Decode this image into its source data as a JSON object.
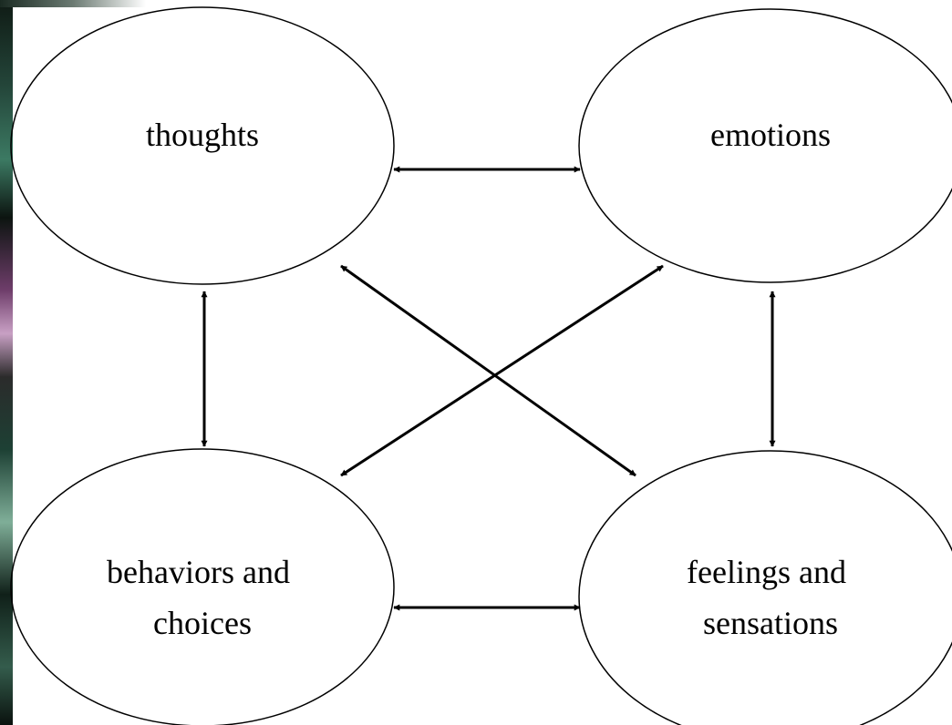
{
  "nodes": {
    "thoughts": {
      "lines": [
        "thoughts"
      ]
    },
    "emotions": {
      "lines": [
        "emotions"
      ]
    },
    "behaviors": {
      "lines": [
        "behaviors and",
        "choices"
      ]
    },
    "feelings": {
      "lines": [
        "feelings and",
        "sensations"
      ]
    }
  },
  "edges": [
    {
      "from": "thoughts",
      "to": "emotions",
      "bidirectional": true
    },
    {
      "from": "thoughts",
      "to": "behaviors",
      "bidirectional": true
    },
    {
      "from": "emotions",
      "to": "feelings",
      "bidirectional": true
    },
    {
      "from": "behaviors",
      "to": "feelings",
      "bidirectional": true
    },
    {
      "from": "thoughts",
      "to": "feelings",
      "bidirectional": true
    },
    {
      "from": "emotions",
      "to": "behaviors",
      "bidirectional": true
    }
  ],
  "colors": {
    "stroke": "#000000",
    "background": "#ffffff"
  }
}
